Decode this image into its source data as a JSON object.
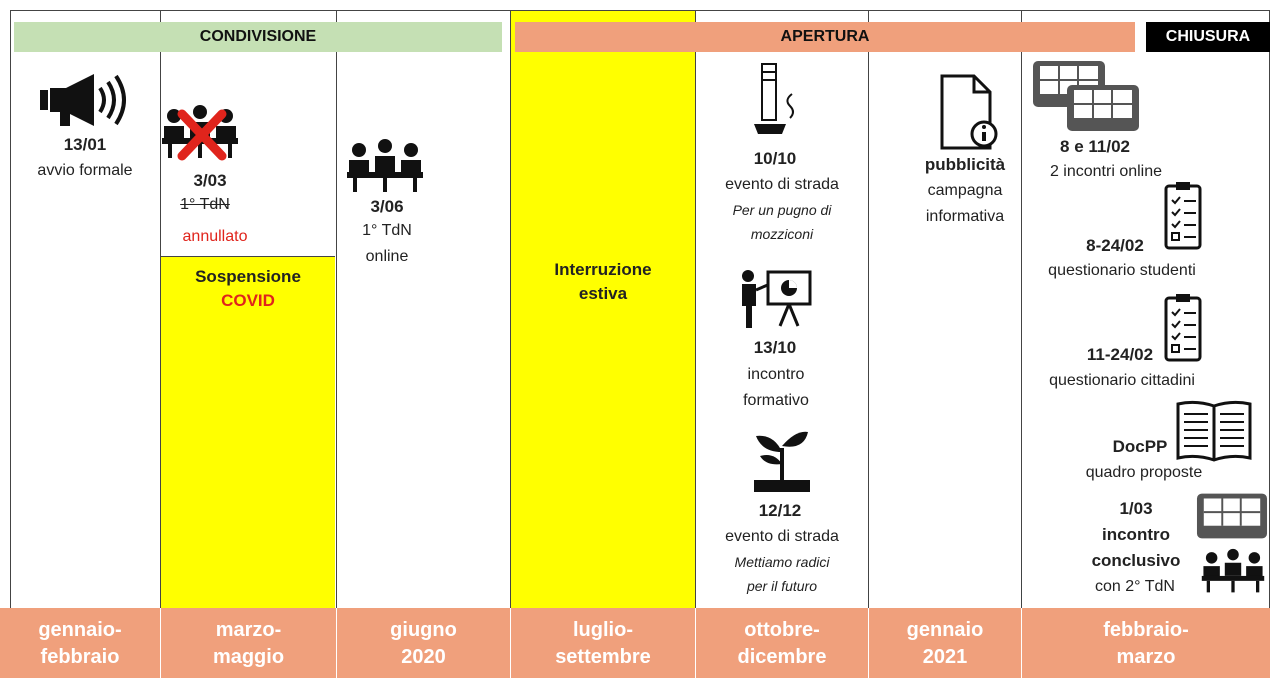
{
  "phases": {
    "condivisione": "CONDIVISIONE",
    "apertura": "APERTURA",
    "chiusura": "CHIUSURA"
  },
  "columns": [
    {
      "l1": "gennaio-",
      "l2": "febbraio"
    },
    {
      "l1": "marzo-",
      "l2": "maggio"
    },
    {
      "l1": "giugno",
      "l2": "2020"
    },
    {
      "l1": "luglio-",
      "l2": "settembre"
    },
    {
      "l1": "ottobre-",
      "l2": "dicembre"
    },
    {
      "l1": "gennaio",
      "l2": "2021"
    },
    {
      "l1": "febbraio-",
      "l2": "marzo"
    }
  ],
  "events": {
    "e1": {
      "date": "13/01",
      "desc": "avvio formale"
    },
    "e2": {
      "date": "3/03",
      "desc": "1° TdN",
      "status": "annullato"
    },
    "covid": {
      "l1": "Sospensione",
      "l2": "COVID"
    },
    "e3": {
      "date": "3/06",
      "l1": "1° TdN",
      "l2": "online"
    },
    "estiva": {
      "l1": "Interruzione",
      "l2": "estiva"
    },
    "e4": {
      "date": "10/10",
      "desc": "evento di strada",
      "i1": "Per un pugno di",
      "i2": "mozziconi"
    },
    "e5": {
      "date": "13/10",
      "l1": "incontro",
      "l2": "formativo"
    },
    "e6": {
      "date": "12/12",
      "desc": "evento di strada",
      "i1": "Mettiamo radici",
      "i2": "per il futuro"
    },
    "e7": {
      "title": "pubblicità",
      "l1": "campagna",
      "l2": "informativa"
    },
    "e8": {
      "date": "8 e 11/02",
      "desc": "2 incontri online"
    },
    "e9": {
      "date": "8-24/02",
      "desc": "questionario studenti"
    },
    "e10": {
      "date": "11-24/02",
      "desc": "questionario cittadini"
    },
    "e11": {
      "title": "DocPP",
      "desc": "quadro proposte"
    },
    "e12": {
      "date": "1/03",
      "l1": "incontro",
      "l2": "conclusivo",
      "l3": "con 2° TdN"
    }
  },
  "colors": {
    "green": "#c5e0b4",
    "orange": "#f0a07c",
    "yellow": "#ffff00",
    "black": "#000000",
    "red": "#e0241c"
  },
  "icons": [
    "megaphone-icon",
    "meeting-icon",
    "video-call-icon",
    "cigarette-icon",
    "presentation-icon",
    "sprout-icon",
    "document-info-icon",
    "checklist-icon",
    "open-book-icon"
  ]
}
